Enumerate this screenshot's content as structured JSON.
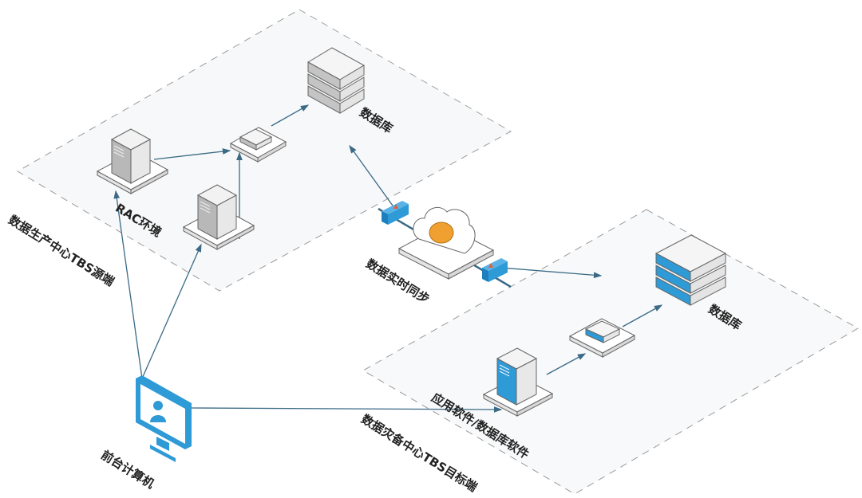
{
  "regions": {
    "source": {
      "label": "数据生产中心TBS源端"
    },
    "target": {
      "label": "数据灾备中心TBS目标端"
    }
  },
  "nodes": {
    "rac": {
      "label": "RAC环境"
    },
    "source_db": {
      "label": "数据库"
    },
    "sync": {
      "label": "数据实时同步"
    },
    "target_db": {
      "label": "数据库"
    },
    "app": {
      "label": "应用软件/数据库软件"
    },
    "frontend": {
      "label": "前台计算机"
    }
  },
  "colors": {
    "accent": "#2e9ad6",
    "arrow": "#3a6a86",
    "cloud_core": "#f0a030",
    "firewall_flame": "#e0603a",
    "dash": "#9a9a9a"
  }
}
